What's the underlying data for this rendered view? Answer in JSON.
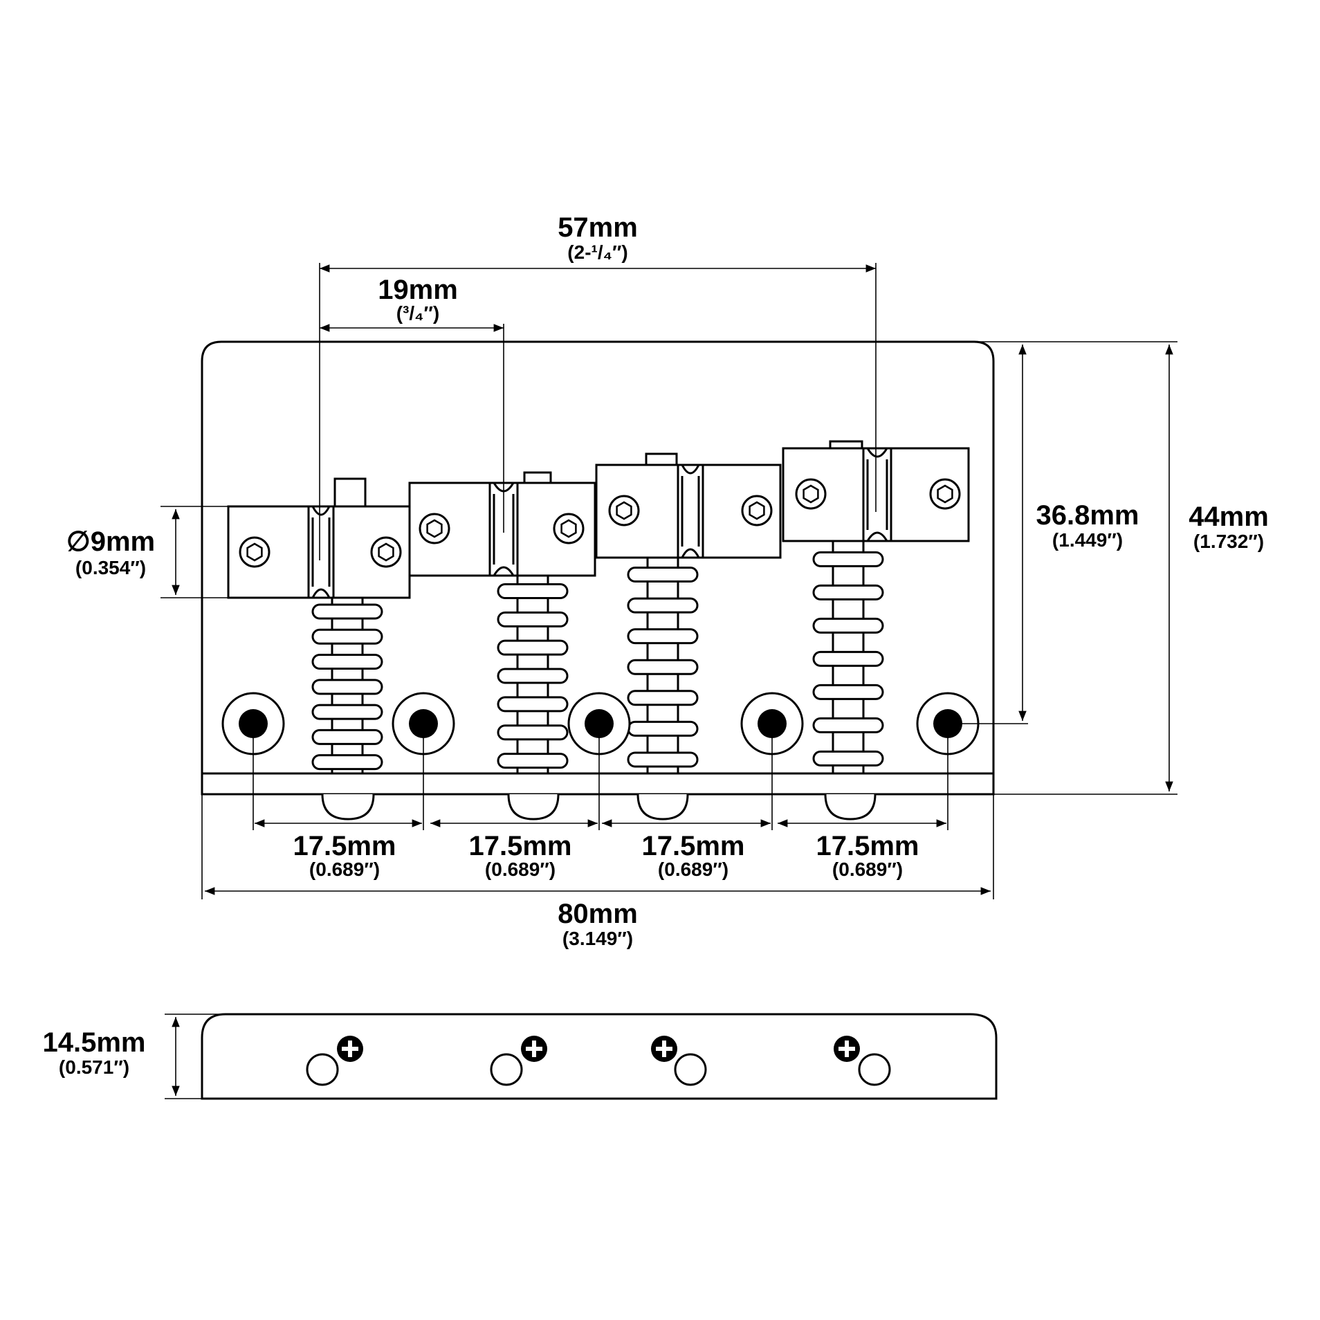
{
  "colors": {
    "line": "#000000",
    "background": "#ffffff"
  },
  "dimensions": {
    "spacing_57": {
      "main": "57mm",
      "sub": "(2-¹/₄″)"
    },
    "spacing_19": {
      "main": "19mm",
      "sub": "(³/₄″)"
    },
    "saddle_diameter": {
      "main": "∅9mm",
      "sub": "(0.354″)"
    },
    "height_36": {
      "main": "36.8mm",
      "sub": "(1.449″)"
    },
    "height_44": {
      "main": "44mm",
      "sub": "(1.732″)"
    },
    "hole_spacing": [
      {
        "main": "17.5mm",
        "sub": "(0.689″)"
      },
      {
        "main": "17.5mm",
        "sub": "(0.689″)"
      },
      {
        "main": "17.5mm",
        "sub": "(0.689″)"
      },
      {
        "main": "17.5mm",
        "sub": "(0.689″)"
      }
    ],
    "width_80": {
      "main": "80mm",
      "sub": "(3.149″)"
    },
    "side_height": {
      "main": "14.5mm",
      "sub": "(0.571″)"
    }
  }
}
